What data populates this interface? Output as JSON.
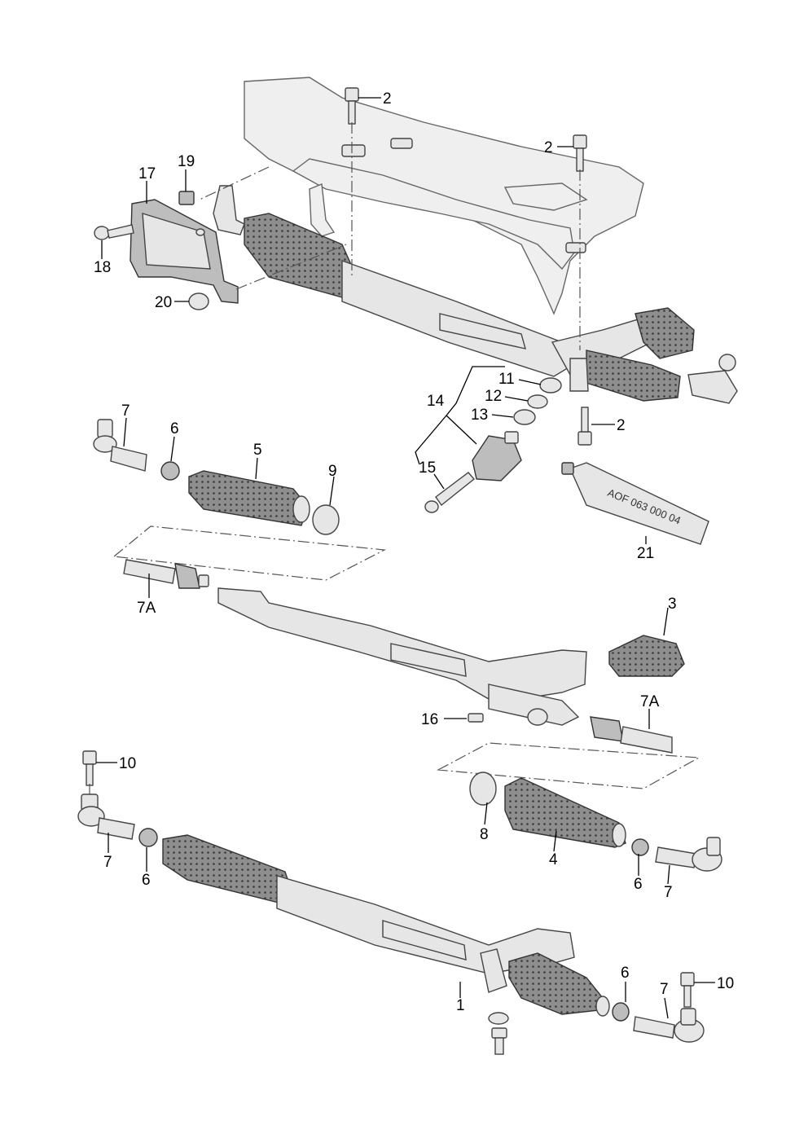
{
  "callouts": {
    "c1": "1",
    "c2a": "2",
    "c2b": "2",
    "c2c": "2",
    "c3": "3",
    "c4": "4",
    "c5": "5",
    "c6a": "6",
    "c6b": "6",
    "c6c": "6",
    "c6d": "6",
    "c7a": "7",
    "c7b": "7",
    "c7c": "7",
    "c7d": "7",
    "c7Aa": "7A",
    "c7Ab": "7A",
    "c8": "8",
    "c9": "9",
    "c10a": "10",
    "c10b": "10",
    "c11": "11",
    "c12": "12",
    "c13": "13",
    "c14": "14",
    "c15": "15",
    "c16": "16",
    "c17": "17",
    "c18": "18",
    "c19": "19",
    "c20": "20",
    "c21": "21"
  },
  "tube_label": "AOF 063 000 04",
  "colors": {
    "line": "#444444",
    "part_fill": "#e6e6e6",
    "dark_fill": "#bdbdbd",
    "background": "#ffffff"
  }
}
